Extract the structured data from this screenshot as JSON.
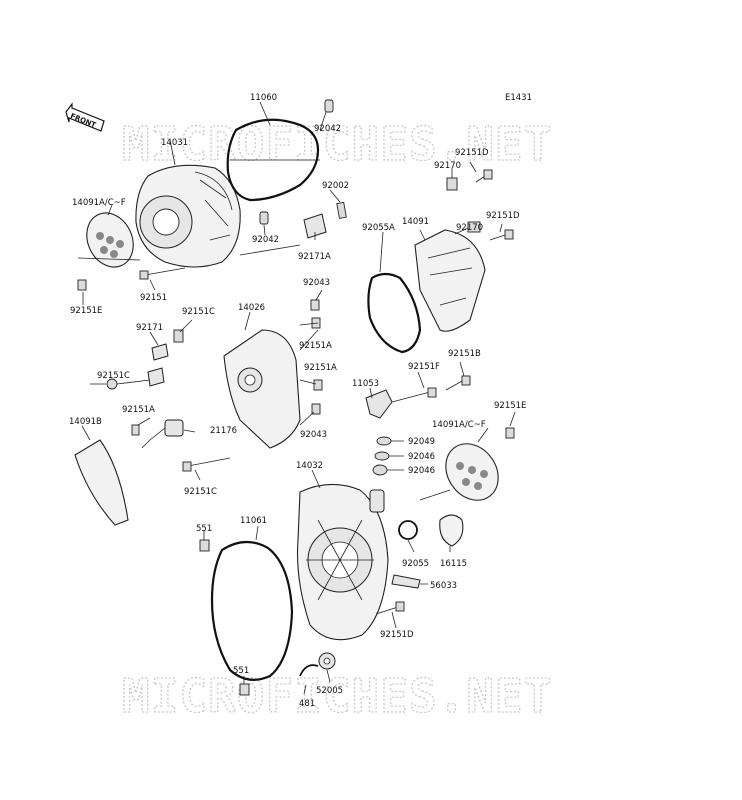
{
  "diagram": {
    "figure_code": "E1431",
    "front_label": "FRONT",
    "watermark": "MICROFICHES.NET",
    "callouts": {
      "p11060": "11060",
      "p92042a": "92042",
      "p14031": "14031",
      "p92002": "92002",
      "p14091acf_top": "14091A/C~F",
      "p92042b": "92042",
      "p92171a_top": "92171A",
      "p92151_left": "92151",
      "p92151e_left": "92151E",
      "p92043a": "92043",
      "p92151c_a": "92151C",
      "p14026": "14026",
      "p92171": "92171",
      "p92151a_a": "92151A",
      "p92151c_b": "92151C",
      "p92151a_b": "92151A",
      "p92151a_c": "92151A",
      "p14091b": "14091B",
      "p21176": "21176",
      "p92043b": "92043",
      "p92151c_c": "92151C",
      "p92151d_a": "92151D",
      "p92170a": "92170",
      "p14091": "14091",
      "p92151d_b": "92151D",
      "p92170b": "92170",
      "p92055a": "92055A",
      "p92151b": "92151B",
      "p92151f": "92151F",
      "p11053": "11053",
      "p92151e_right": "92151E",
      "p14091acf_right": "14091A/C~F",
      "p92049": "92049",
      "p92046a": "92046",
      "p92046b": "92046",
      "p14032": "14032",
      "p551a": "551",
      "p11061": "11061",
      "p92055": "92055",
      "p16115": "16115",
      "p56033": "56033",
      "p92151d_c": "92151D",
      "p551b": "551",
      "p52005": "52005",
      "p481": "481"
    }
  }
}
